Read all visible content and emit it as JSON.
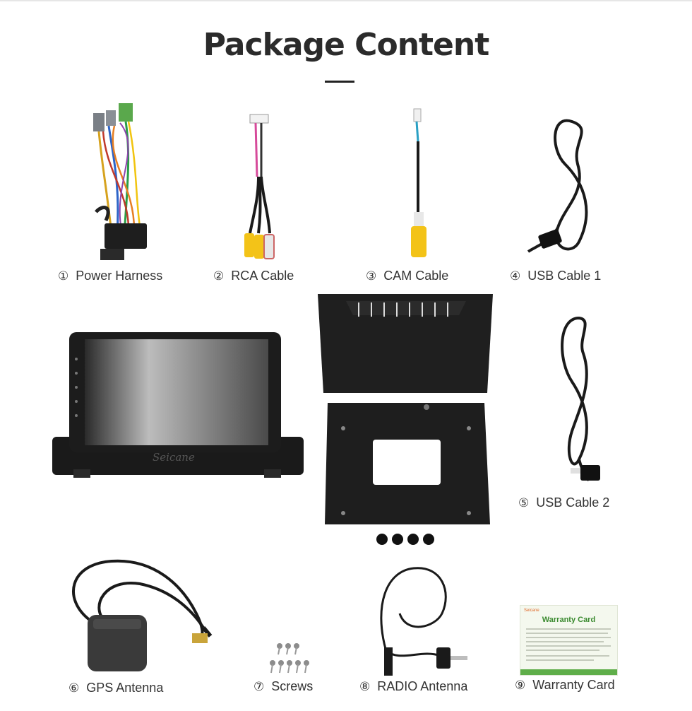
{
  "header": {
    "title": "Package Content"
  },
  "items": [
    {
      "num": "①",
      "label": "Power Harness"
    },
    {
      "num": "②",
      "label": "RCA Cable"
    },
    {
      "num": "③",
      "label": "CAM Cable"
    },
    {
      "num": "④",
      "label": "USB Cable 1"
    },
    {
      "num": "⑤",
      "label": "USB Cable 2"
    },
    {
      "num": "⑥",
      "label": "GPS Antenna"
    },
    {
      "num": "⑦",
      "label": "Screws"
    },
    {
      "num": "⑧",
      "label": "RADIO Antenna"
    },
    {
      "num": "⑨",
      "label": "Warranty Card"
    }
  ],
  "head_unit": {
    "brand": "Seicane"
  },
  "warranty_card": {
    "brand": "Seicane",
    "title": "Warranty Card"
  },
  "colors": {
    "title": "#2b2b2b",
    "label": "#333333",
    "device": "#1c1c1c",
    "card_green": "#3a8a2f"
  }
}
